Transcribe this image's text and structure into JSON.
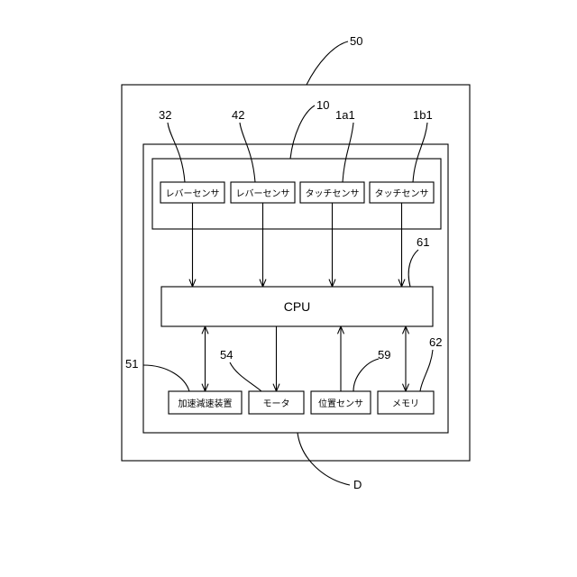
{
  "references": {
    "outer": "50",
    "module": "10",
    "sensor1": "32",
    "sensor2": "42",
    "sensor3": "1a1",
    "sensor4": "1b1",
    "cpu": "61",
    "accel": "51",
    "motor": "54",
    "pos_sensor": "59",
    "memory": "62",
    "device": "D"
  },
  "blocks": {
    "sensor1": "レバーセンサ",
    "sensor2": "レバーセンサ",
    "sensor3": "タッチセンサ",
    "sensor4": "タッチセンサ",
    "cpu": "CPU",
    "accel": "加速減速装置",
    "motor": "モータ",
    "pos_sensor": "位置センサ",
    "memory": "メモリ"
  }
}
